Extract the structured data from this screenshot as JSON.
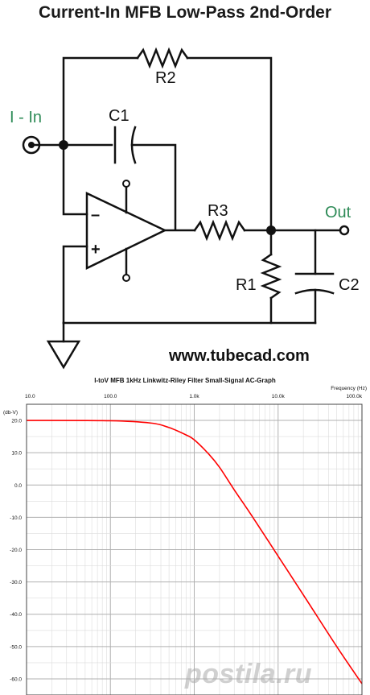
{
  "schematic": {
    "title": "Current-In MFB Low-Pass 2nd-Order",
    "labels": {
      "r2": "R2",
      "c1": "C1",
      "r3": "R3",
      "r1": "R1",
      "c2": "C2",
      "input": "I - In",
      "output": "Out",
      "minus": "–",
      "plus": "+"
    },
    "website": "www.tubecad.com",
    "colors": {
      "line": "#111111",
      "io_label": "#2e8b57"
    }
  },
  "watermark": "postila.ru",
  "chart_data": {
    "type": "line",
    "title": "I-toV MFB 1kHz Linkwitz-Riley Filter Small-Signal AC-Graph",
    "xlabel": "Frequency  (Hz)",
    "ylabel": "(db-V)",
    "xscale": "log",
    "xlim": [
      10,
      100000
    ],
    "ylim": [
      -65,
      25
    ],
    "x_tick_labels": [
      "10.0",
      "100.0",
      "1.0k",
      "10.0k",
      "100.0k"
    ],
    "y_tick_labels": [
      "20.0",
      "10.0",
      "0.0",
      "-10.0",
      "-20.0",
      "-30.0",
      "-40.0",
      "-50.0",
      "-60.0"
    ],
    "grid": true,
    "series": [
      {
        "color": "#ff0000",
        "x": [
          10,
          100,
          300,
          500,
          800,
          1000,
          1500,
          2000,
          3000,
          5000,
          10000,
          20000,
          50000,
          100000
        ],
        "values": [
          20,
          19.9,
          19.2,
          17.8,
          15.5,
          14.0,
          9.5,
          5.5,
          -1.5,
          -10.0,
          -22.0,
          -34.0,
          -50.0,
          -61.5
        ]
      }
    ]
  }
}
